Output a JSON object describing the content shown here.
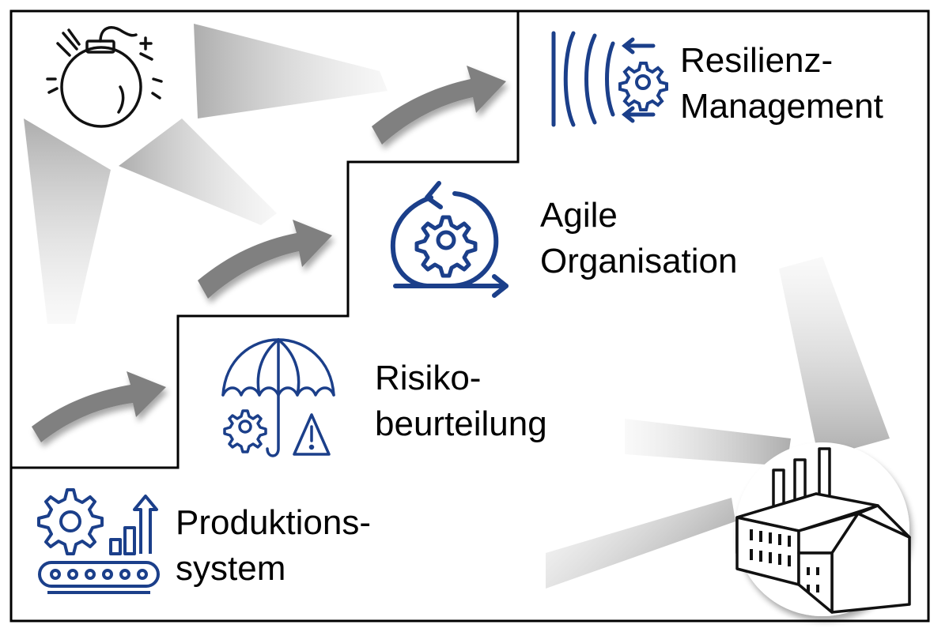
{
  "colors": {
    "icon_blue": "#1b3f8a",
    "arrow_gray": "#7f7f7f",
    "beam_gray": "#c8c8c8",
    "outline": "#000000"
  },
  "steps": [
    {
      "id": "produktionssystem",
      "icon": "gear-conveyor-chart-icon",
      "lines": [
        "Produktions-",
        "system"
      ]
    },
    {
      "id": "risikobeurteilung",
      "icon": "umbrella-gear-warning-icon",
      "lines": [
        "Risiko-",
        "beurteilung"
      ]
    },
    {
      "id": "agile-organisation",
      "icon": "gear-cycle-arrows-icon",
      "lines": [
        "Agile",
        "Organisation"
      ]
    },
    {
      "id": "resilienz-management",
      "icon": "gear-shield-waves-icon",
      "lines": [
        "Resilienz-",
        "Management"
      ]
    }
  ],
  "icons": {
    "threat": "bomb-icon",
    "asset": "factory-icon",
    "transition": "curved-arrow-icon"
  }
}
